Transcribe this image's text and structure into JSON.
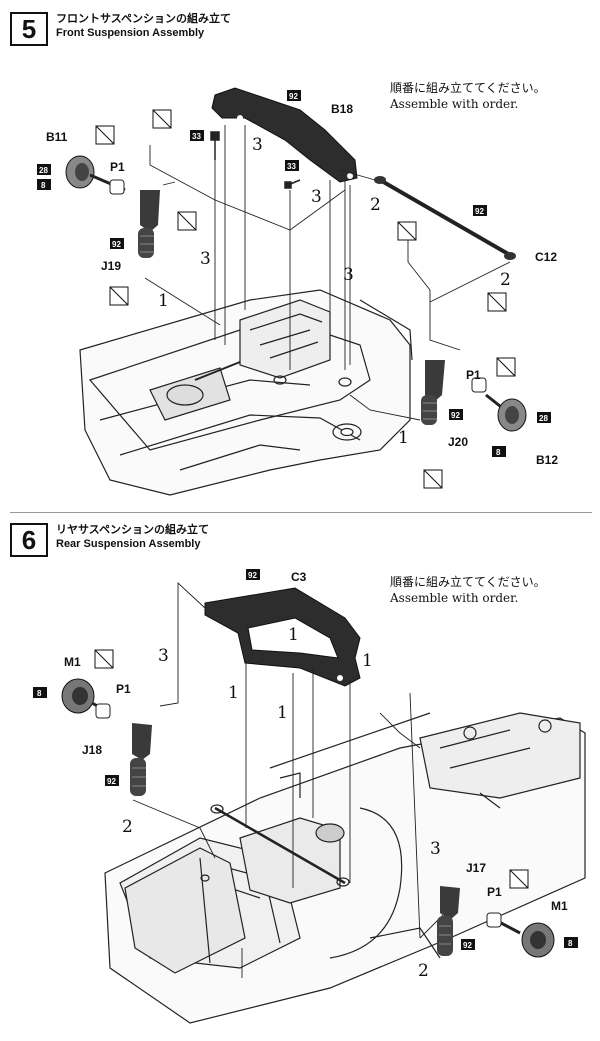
{
  "steps": [
    {
      "number": "5",
      "title_jp": "フロントサスペンションの組み立て",
      "title_en": "Front Suspension Assembly",
      "note_jp": "順番に組み立ててください。",
      "note_en": "Assemble with order.",
      "part_labels": [
        "B18",
        "B11",
        "P1",
        "J19",
        "C12",
        "P1",
        "J20",
        "B12"
      ],
      "paint_tags": [
        "92",
        "33",
        "33",
        "28",
        "8",
        "92",
        "92",
        "92",
        "28",
        "8"
      ],
      "order_numbers": [
        "3",
        "3",
        "2",
        "3",
        "3",
        "1",
        "2",
        "1"
      ]
    },
    {
      "number": "6",
      "title_jp": "リヤサスペンションの組み立て",
      "title_en": "Rear Suspension Assembly",
      "note_jp": "順番に組み立ててください。",
      "note_en": "Assemble with order.",
      "part_labels": [
        "C3",
        "M1",
        "P1",
        "J18",
        "J17",
        "P1",
        "M1"
      ],
      "paint_tags": [
        "92",
        "8",
        "92",
        "92",
        "8"
      ],
      "order_numbers": [
        "3",
        "1",
        "1",
        "1",
        "1",
        "2",
        "3",
        "2"
      ]
    }
  ]
}
